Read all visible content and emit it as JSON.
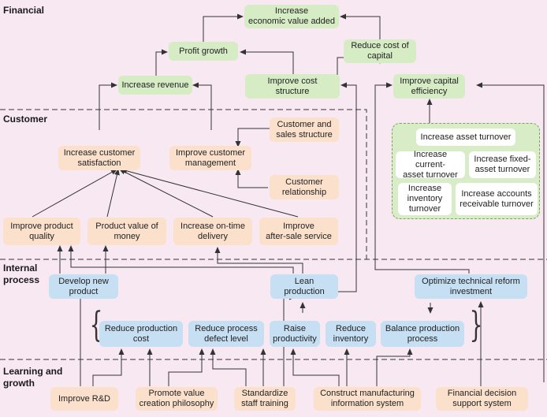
{
  "sections": {
    "financial": "Financial",
    "customer": "Customer",
    "internal": "Internal\nprocess",
    "learning": "Learning and\ngrowth"
  },
  "nodes": {
    "increase_eva": "Increase\neconomic value added",
    "profit_growth": "Profit growth",
    "reduce_cost_of_capital": "Reduce cost of\ncapital",
    "increase_revenue": "Increase revenue",
    "improve_cost_structure": "Improve cost\nstructure",
    "improve_capital_efficiency": "Improve capital\nefficiency",
    "customer_sales_structure": "Customer and\nsales structure",
    "increase_customer_satisfaction": "Increase customer\nsatisfaction",
    "improve_customer_management": "Improve customer\nmanagement",
    "customer_relationship": "Customer\nrelationship",
    "increase_asset_turnover": "Increase asset turnover",
    "increase_current_asset_turnover": "Increase current-\nasset turnover",
    "increase_fixed_asset_turnover": "Increase fixed-\nasset turnover",
    "increase_inventory_turnover": "Increase\ninventory\nturnover",
    "increase_receivable_turnover": "Increase accounts\nreceivable turnover",
    "improve_product_quality": "Improve product\nquality",
    "product_value_of_money": "Product value of\nmoney",
    "increase_ontime_delivery": "Increase on-time\ndelivery",
    "improve_aftersale_service": "Improve\nafter-sale service",
    "develop_new_product": "Develop new\nproduct",
    "lean_production": "Lean\nproduction",
    "optimize_technical_reform": "Optimize technical reform\ninvestment",
    "reduce_production_cost": "Reduce production\ncost",
    "reduce_process_defect": "Reduce process\ndefect level",
    "raise_productivity": "Raise\nproductivity",
    "reduce_inventory": "Reduce\ninventory",
    "balance_production": "Balance production\nprocess",
    "improve_rd": "Improve R&D",
    "promote_value_creation": "Promote value\ncreation philosophy",
    "standardize_staff_training": "Standardize\nstaff training",
    "construct_mis": "Construct manufacturing\ninformation system",
    "financial_decision_support": "Financial decision\nsupport system"
  }
}
